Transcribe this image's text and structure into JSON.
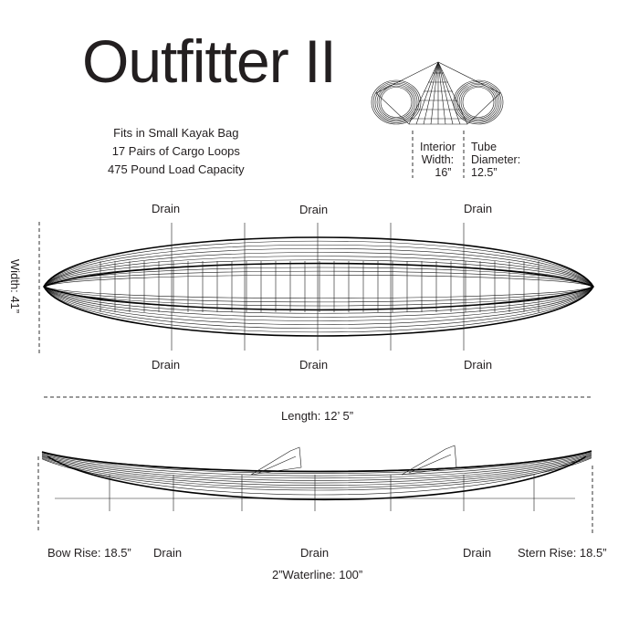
{
  "title": "Outfitter II",
  "features": [
    "Fits in Small Kayak Bag",
    "17 Pairs of Cargo Loops",
    "475 Pound Load Capacity"
  ],
  "cross_section": {
    "interior_width": [
      "Interior",
      "Width:",
      "16”"
    ],
    "tube_diameter": [
      "Tube",
      "Diameter:",
      "12.5”"
    ]
  },
  "top_view": {
    "drain_top": [
      "Drain",
      "Drain",
      "Drain"
    ],
    "drain_bottom": [
      "Drain",
      "Drain",
      "Drain"
    ],
    "width_label": "Width: 41”",
    "length_label": "Length: 12’ 5”"
  },
  "side_view": {
    "bow_rise": "Bow Rise: 18.5”",
    "stern_rise": "Stern Rise: 18.5”",
    "drains": [
      "Drain",
      "Drain",
      "Drain"
    ],
    "waterline": "2”Waterline: 100”"
  }
}
